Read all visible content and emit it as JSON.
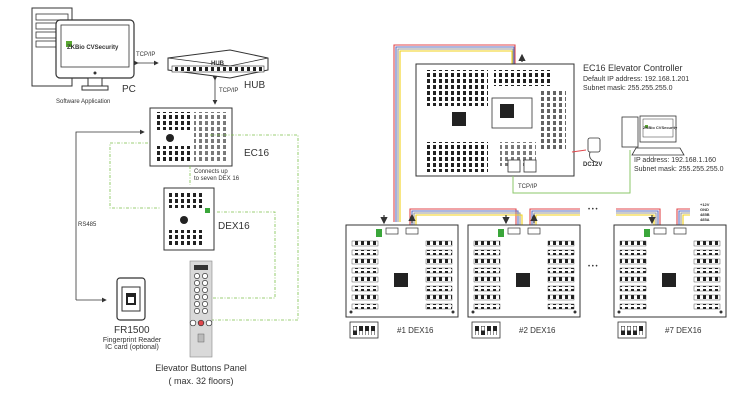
{
  "left_diagram": {
    "pc": {
      "label": "PC",
      "caption": "Software Application",
      "screen_brand": "ZKBio CVSecurity"
    },
    "hub": {
      "label": "HUB",
      "device_text": "HUB"
    },
    "links": {
      "pc_hub": "TCP/IP",
      "hub_ec16": "TCP/IP",
      "rs485": "RS485"
    },
    "ec16": {
      "label": "EC16",
      "note_line1": "Connects up",
      "note_line2": "to seven DEX 16"
    },
    "dex16": {
      "label": "DEX16"
    },
    "reader": {
      "label": "FR1500",
      "desc_line1": "Fingerprint Reader",
      "desc_line2": "IC card (optional)"
    },
    "panel": {
      "label_line1": "Elevator Buttons Panel",
      "label_line2": "( max. 32 floors)"
    }
  },
  "right_diagram": {
    "controller": {
      "title": "EC16 Elevator Controller",
      "ip_line": "Default IP address: 192.168.1.201",
      "mask_line": "Subnet mask: 255.255.255.0"
    },
    "power": {
      "label": "DC12V"
    },
    "workstation": {
      "ip_line": "IP address: 192.168.1.160",
      "mask_line": "Subnet mask: 255.255.255.0",
      "screen_brand": "ZKBio CVSecurity"
    },
    "link": {
      "label": "TCP/IP"
    },
    "wire_labels": [
      "+12V",
      "GND",
      "485B",
      "485A"
    ],
    "ellipsis": "• • •",
    "dip_labels": {
      "on": "ON",
      "ke": "KE",
      "nums": [
        "1",
        "2",
        "3",
        "4"
      ]
    },
    "modules": [
      {
        "label": "#1 DEX16"
      },
      {
        "label": "#2 DEX16"
      },
      {
        "label": "#7 DEX16"
      }
    ]
  },
  "colors": {
    "wire_red": "#e0474c",
    "wire_blue": "#5b6fc2",
    "wire_gray": "#9a9a9a",
    "wire_yellow": "#f2d21b",
    "dash_green": "#7cc04b",
    "tcp_green": "#8bc76a",
    "led_green": "#3aa63a"
  }
}
